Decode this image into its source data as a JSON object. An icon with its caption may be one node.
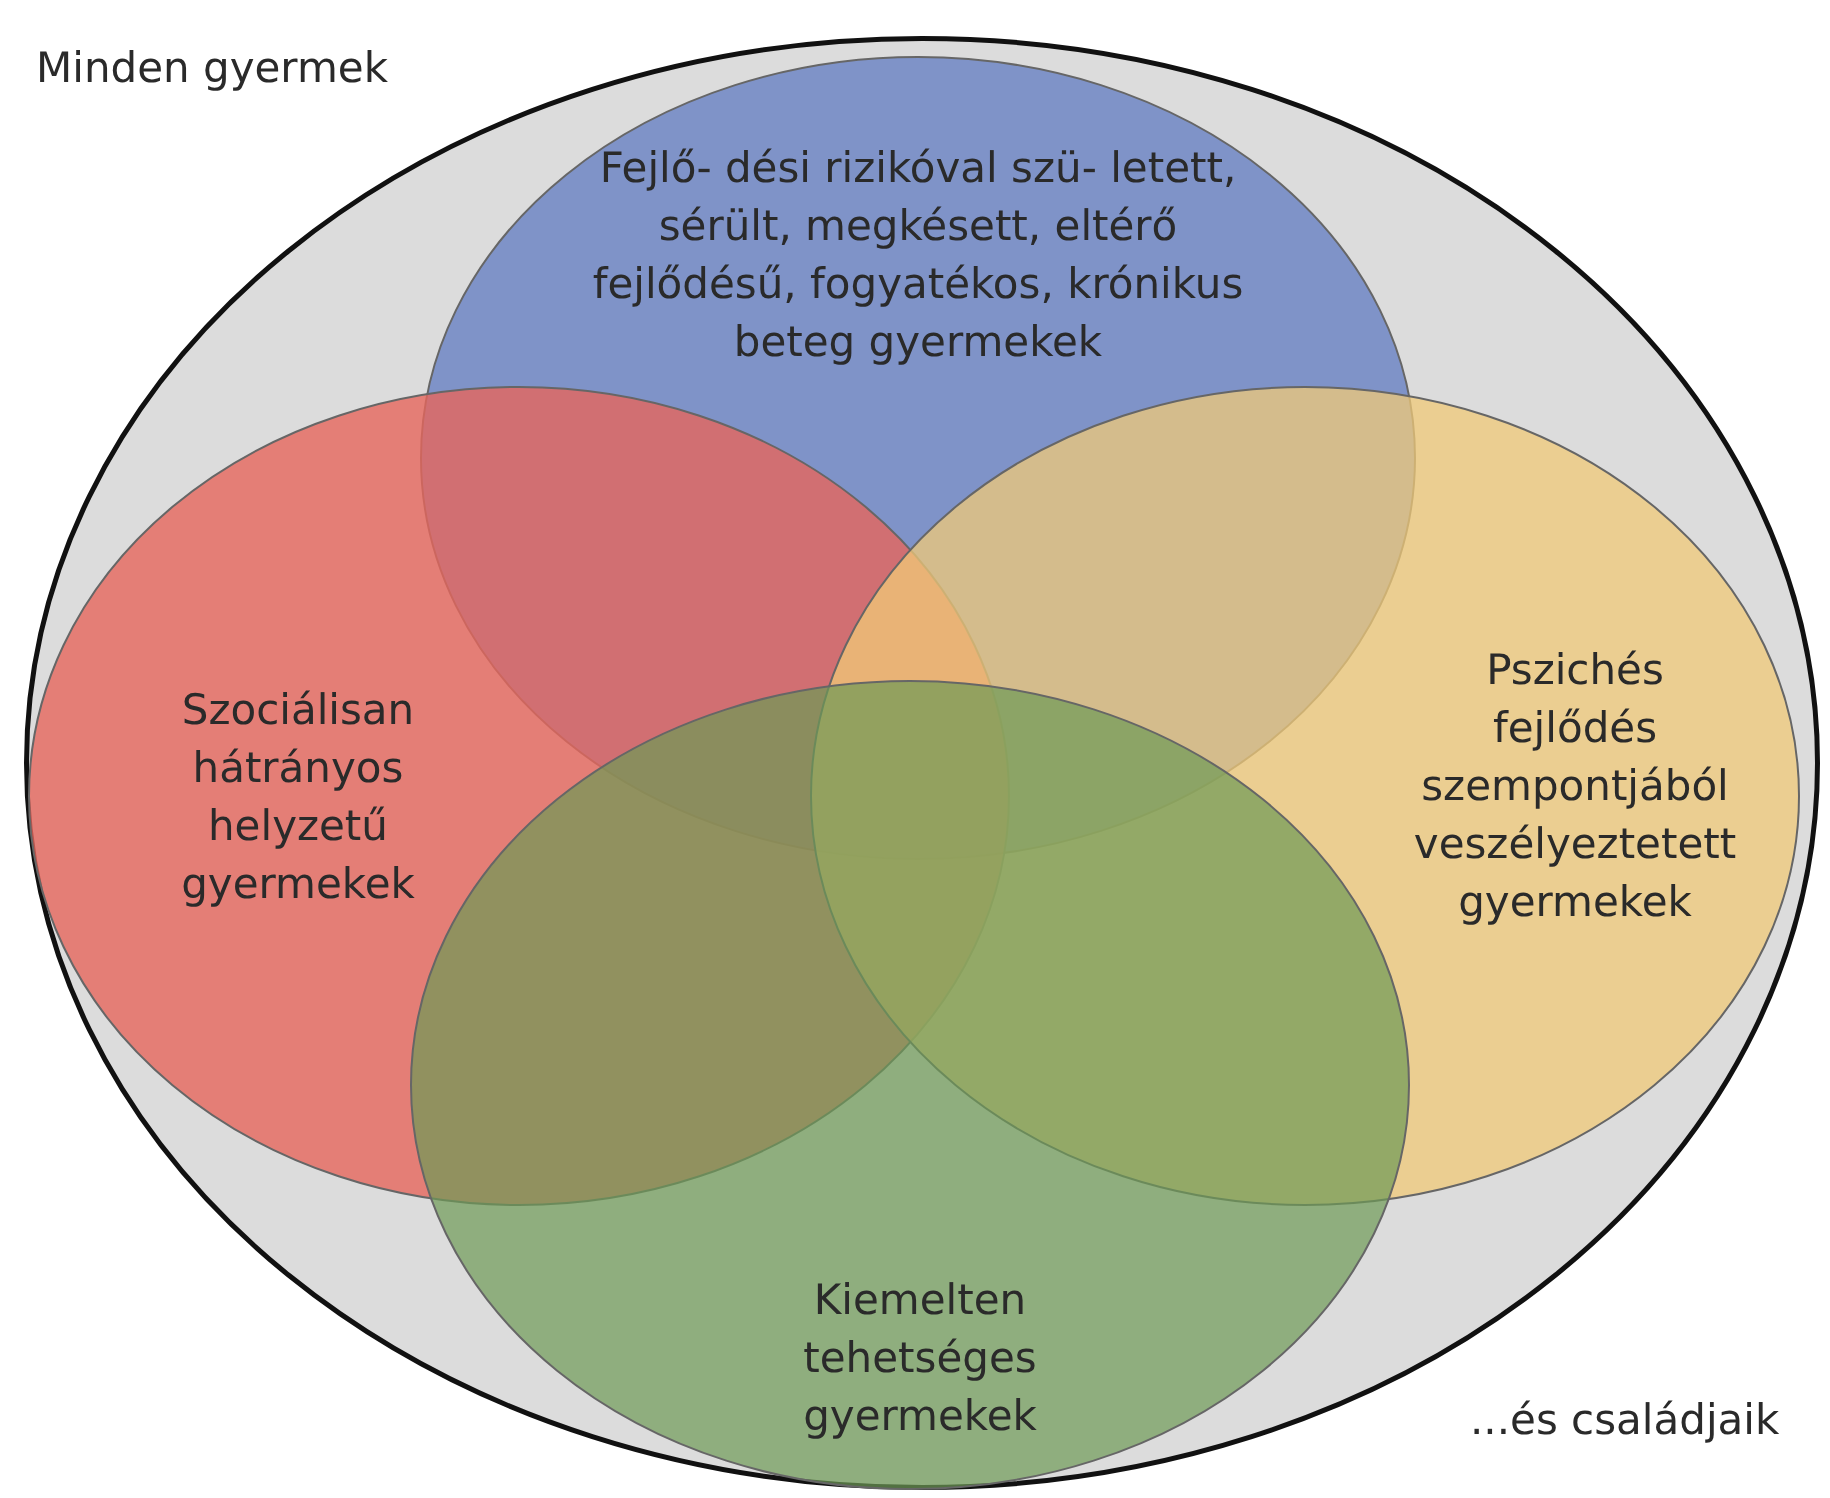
{
  "diagram": {
    "nodes": [
      {
        "text": [
          "Minden gyermek"
        ]
      },
      {
        "text": [
          "Fejlő- dési rizikóval szü- letett, sérült, megkésett, eltérő fejlődésű, fogyatékos, krónikus beteg gyermekek"
        ],
        "in": 0
      },
      {
        "text": [
          "Szociálisan hátrányos helyzetű gyermekek"
        ],
        "in": 0
      },
      {
        "text": [
          "Pszichés fejlődés szempontjából veszélyeztetett gyermekek"
        ],
        "in": 0
      },
      {
        "text": [
          "Kiemelten tehetséges gyermekek"
        ],
        "in": 0
      }
    ],
    "labels": [
      "...és családjaik"
    ]
  }
}
